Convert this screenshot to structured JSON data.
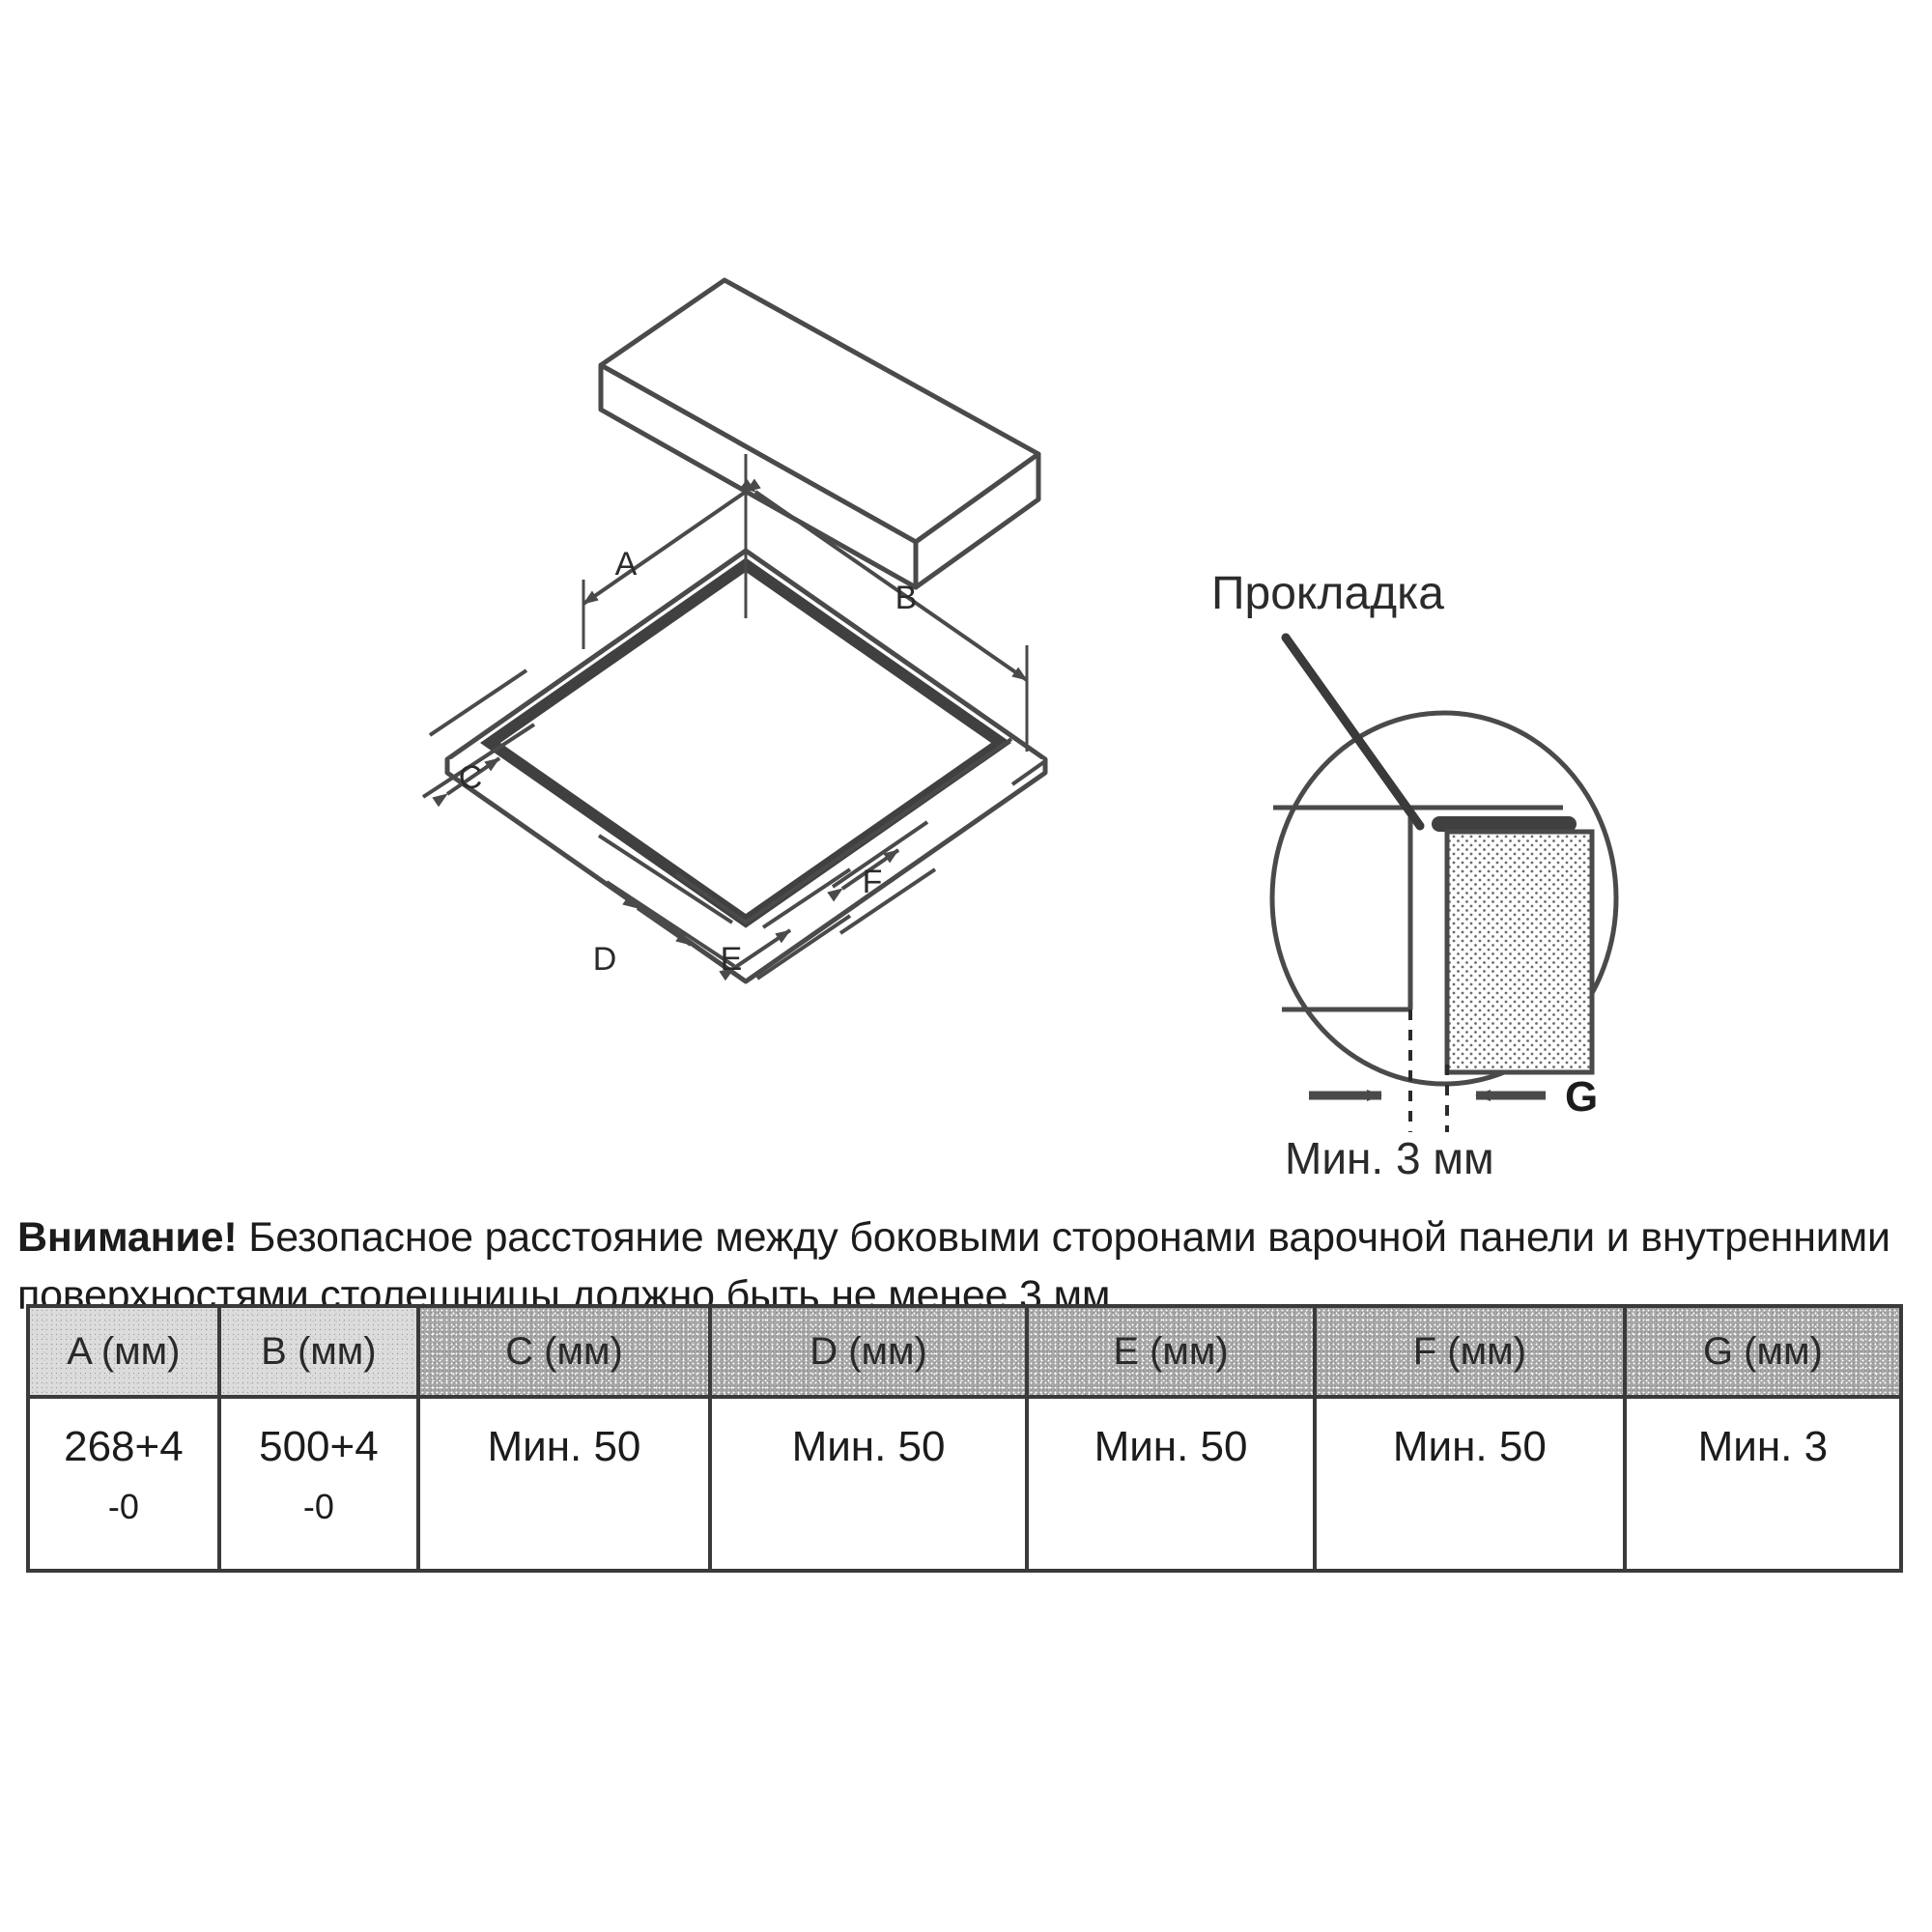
{
  "document": {
    "type": "installation-diagram",
    "language": "ru"
  },
  "diagram": {
    "hob_label": "",
    "gasket_callout": "Прокладка",
    "min_gap_label": "Мин. 3 мм",
    "g_label": "G",
    "dimension_labels": {
      "a": "A",
      "b": "B",
      "c": "C",
      "d": "D",
      "e": "E",
      "f": "F",
      "g": "G"
    },
    "colors": {
      "line": "#4a4a4a",
      "gasket": "#404040",
      "hatch": "#6b6b6b"
    }
  },
  "warning": {
    "bold_prefix": "Внимание!",
    "text": " Безопасное расстояние между боковыми сторонами варочной панели и внутренними поверхностями столешницы должно быть не менее 3 мм."
  },
  "table": {
    "headers": [
      "A (мм)",
      "B (мм)",
      "C (мм)",
      "D (мм)",
      "E (мм)",
      "F (мм)",
      "G (мм)"
    ],
    "values_main": [
      "268+4",
      "500+4",
      "Мин. 50",
      "Мин. 50",
      "Мин. 50",
      "Мин. 50",
      "Мин. 3"
    ],
    "values_sub": [
      "-0",
      "-0",
      "",
      "",
      "",
      "",
      ""
    ],
    "header_bg": "#a8a8a8",
    "border_color": "#3a3a3a"
  }
}
